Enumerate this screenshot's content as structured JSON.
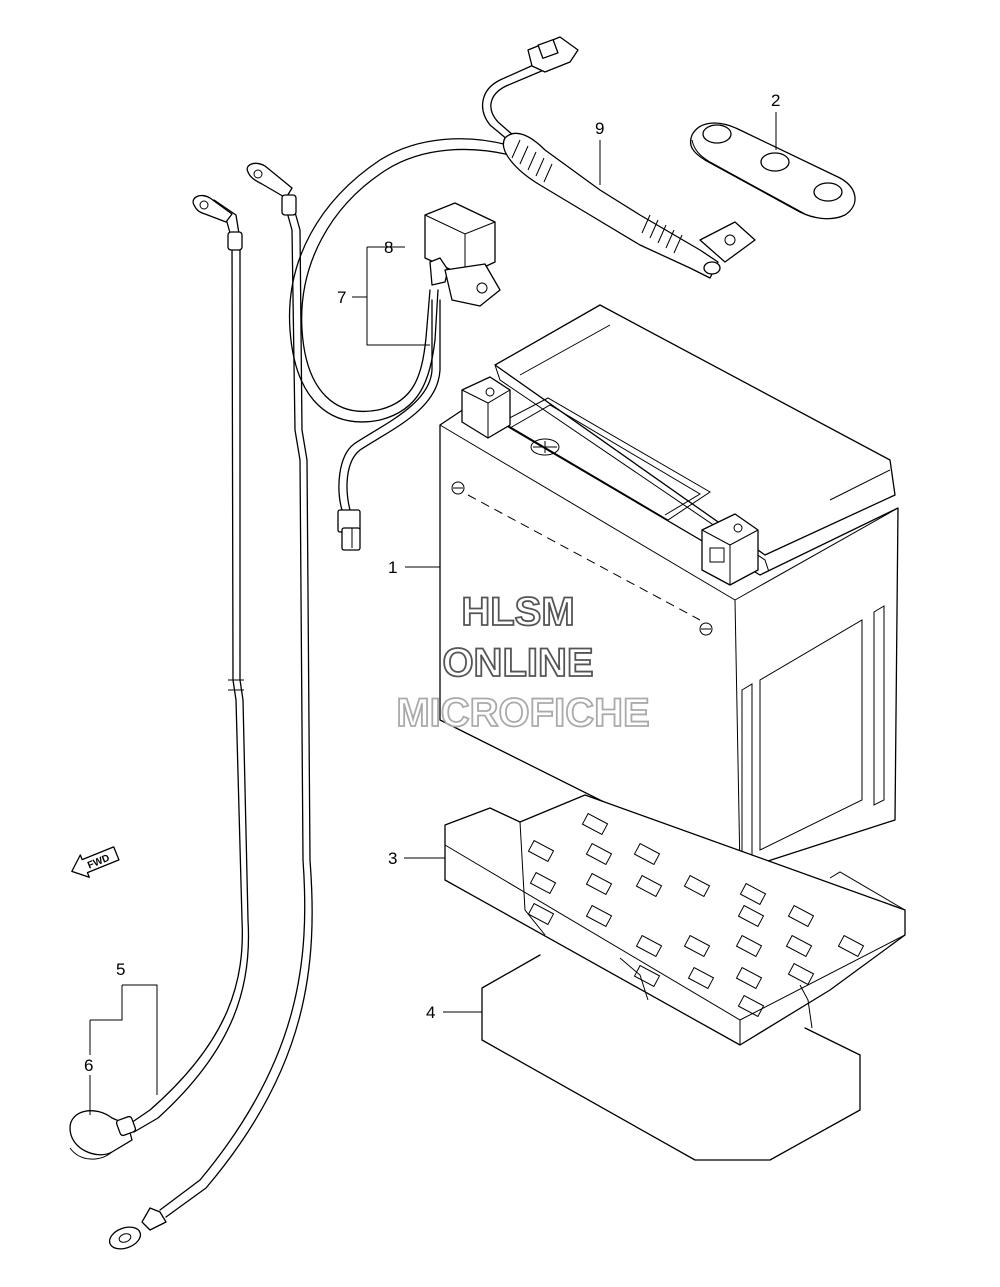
{
  "callouts": {
    "c1": "1",
    "c2": "2",
    "c3": "3",
    "c4": "4",
    "c5": "5",
    "c6": "6",
    "c7": "7",
    "c8": "8",
    "c9": "9"
  },
  "fwd_label": "FWD",
  "watermark": {
    "line1": "HLSM",
    "line2": "ONLINE",
    "line3": "MICROFICHE",
    "color_dark": "#555555",
    "color_light": "#aaaaaa"
  }
}
